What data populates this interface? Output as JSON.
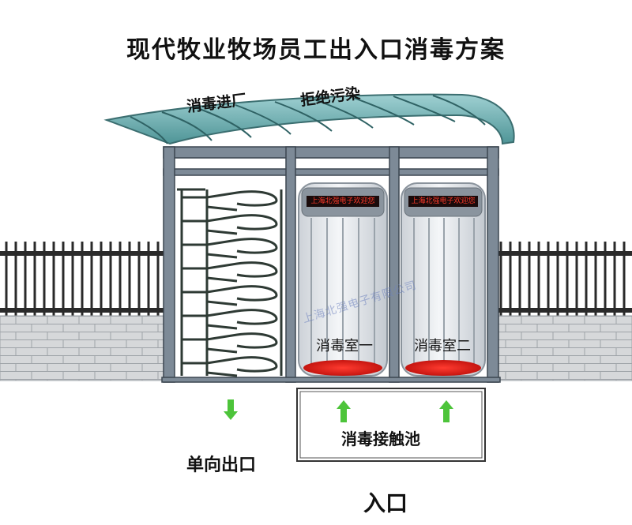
{
  "title": "现代牧业牧场员工出入口消毒方案",
  "slogans": {
    "left": "消毒进厂",
    "right": "拒绝污染"
  },
  "rooms": [
    {
      "led_text": "上海北强电子欢迎您",
      "label": "消毒室一"
    },
    {
      "led_text": "上海北强电子欢迎您",
      "label": "消毒室二"
    }
  ],
  "watermark": "上海北强电子有限公司",
  "pool_label": "消毒接触池",
  "exit_label": "单向出口",
  "entrance_label": "入口",
  "colors": {
    "arrow": "#4dc43a",
    "disinfect_floor": "#e8221c",
    "canopy": "#5ea5a8",
    "frame": "#7d8a97",
    "led_text": "#ff3a2a"
  },
  "icons": [
    "arrow-down-icon",
    "arrow-up-icon",
    "arrow-up-icon"
  ]
}
